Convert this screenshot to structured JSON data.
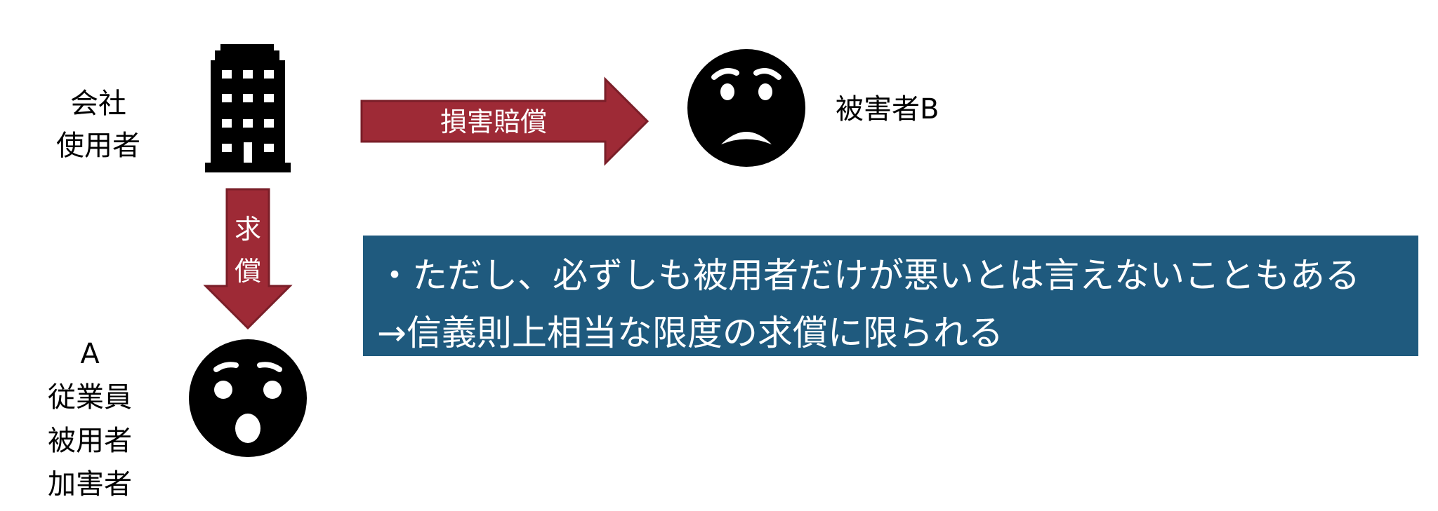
{
  "company": {
    "lines": [
      "会社",
      "使用者"
    ]
  },
  "victim": {
    "label": "被害者B"
  },
  "employee": {
    "lines": [
      "A",
      "従業員",
      "被用者",
      "加害者"
    ]
  },
  "arrows": {
    "damages": {
      "label": "損害賠償"
    },
    "recourse": {
      "label_chars": [
        "求",
        "償"
      ]
    }
  },
  "note": {
    "line1": "・ただし、必ずしも被用者だけが悪いとは言えないこともある",
    "line2": "→信義則上相当な限度の求償に限られる"
  },
  "colors": {
    "arrow_fill": "#9e2a36",
    "arrow_stroke": "#7a1e28",
    "note_bg": "#1f5a7e"
  },
  "icons": {
    "company": "office-building-icon",
    "victim": "worried-face-icon",
    "employee": "surprised-face-icon"
  }
}
